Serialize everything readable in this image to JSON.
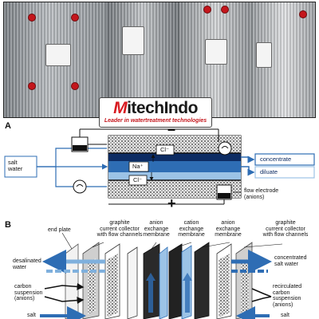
{
  "logo": {
    "brand_first": "M",
    "brand_rest": "itechIndo",
    "tagline": "Leader in watertreatment technologies"
  },
  "panel_a": {
    "label": "A",
    "salt_water": [
      "salt",
      "water"
    ],
    "concentrate": "concentrate",
    "diluate": "diluate",
    "minus_sign": "–",
    "plus_sign": "+",
    "chloride_top": "Cl⁻",
    "sodium": "Na⁺",
    "chloride_bottom": "Cl⁻",
    "flow_electrode": [
      "flow electrode",
      "(anions)"
    ]
  },
  "panel_b": {
    "label": "B",
    "end_plate": "end plate",
    "graphite_left": [
      "graphite",
      "current collector",
      "with flow channels"
    ],
    "anion_membrane_1": [
      "anion",
      "exchange",
      "membrane"
    ],
    "cation_membrane": [
      "cation",
      "exchange",
      "membrane"
    ],
    "anion_membrane_2": [
      "anion",
      "exchange",
      "membrane"
    ],
    "graphite_right": [
      "graphite",
      "current collector",
      "with flow channels"
    ],
    "desalinated_water": [
      "desalinated",
      "water"
    ],
    "carbon_suspension": [
      "carbon",
      "suspension",
      "(anions)"
    ],
    "salt_left": "salt",
    "concentrated_salt_water": [
      "concentrated",
      "salt water"
    ],
    "recirculated_carbon": [
      "recirculated",
      "carbon",
      "suspension (anions)"
    ],
    "salt_right": "salt"
  },
  "colors": {
    "accent_red": "#d81a20",
    "flow_blue": "#2e6db4",
    "light_blue": "#9cc3e6"
  }
}
